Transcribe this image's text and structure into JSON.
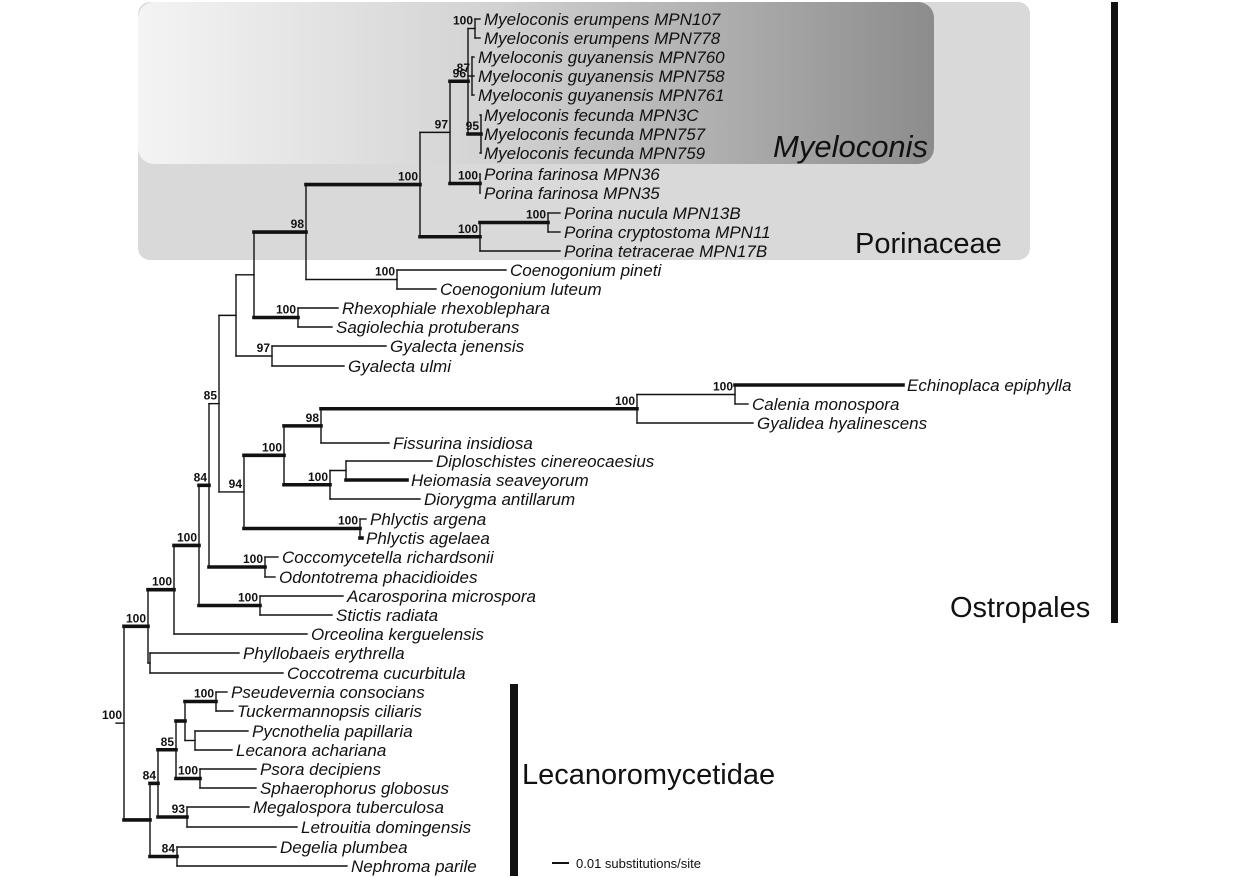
{
  "taxa": [
    "Myeloconis erumpens MPN107",
    "Myeloconis erumpens MPN778",
    "Myeloconis guyanensis MPN760",
    "Myeloconis guyanensis MPN758",
    "Myeloconis guyanensis MPN761",
    "Myeloconis fecunda MPN3C",
    "Myeloconis fecunda MPN757",
    "Myeloconis fecunda MPN759",
    "Porina farinosa MPN36",
    "Porina farinosa MPN35",
    "Porina nucula MPN13B",
    "Porina cryptostoma MPN11",
    "Porina tetracerae MPN17B",
    "Coenogonium pineti",
    "Coenogonium luteum",
    "Rhexophiale rhexoblephara",
    "Sagiolechia protuberans",
    "Gyalecta jenensis",
    "Gyalecta ulmi",
    "Echinoplaca epiphylla",
    "Calenia monospora",
    "Gyalidea hyalinescens",
    "Fissurina insidiosa",
    "Diploschistes cinereocaesius",
    "Heiomasia seaveyorum",
    "Diorygma antillarum",
    "Phlyctis argena",
    "Phlyctis agelaea",
    "Coccomycetella richardsonii",
    "Odontotrema phacidioides",
    "Acarosporina microspora",
    "Stictis radiata",
    "Orceolina kerguelensis",
    "Phyllobaeis erythrella",
    "Coccotrema cucurbitula",
    "Pseudevernia consocians",
    "Tuckermannopsis ciliaris",
    "Pycnothelia papillaria",
    "Lecanora achariana",
    "Psora decipiens",
    "Sphaerophorus globosus",
    "Megalospora tuberculosa",
    "Letrouitia domingensis",
    "Degelia plumbea",
    "Nephroma parile"
  ],
  "supports": {
    "myeloconis_erumpens": "100",
    "myeloconis_guyanensis": "87",
    "myeloconis_fecunda": "95",
    "myeloconis": "96",
    "myeloconis_porina_farinosa": "97",
    "porina_farinosa": "100",
    "porina_nucula_cryptostoma": "100",
    "porina_other": "100",
    "porinaceae": "100",
    "porinaceae_coenogonium": "98",
    "coenogonium": "100",
    "rhexophiale_sagiolechia": "100",
    "gyalecta": "97",
    "ostropales_core": "85",
    "echinoplaca_calenia": "100",
    "echinoplaca_gyalidea": "100",
    "fissurina_clade": "98",
    "graphidaceae": "100",
    "diploschistes_clade": "100",
    "phlyctis": "100",
    "graphid_phlyctis": "94",
    "with_coccomycetella": "84",
    "coccomycetella_odontotrema": "100",
    "with_acarosporina": "100",
    "acarosporina_stictis": "100",
    "with_orceolina": "100",
    "ostropales_all": "100",
    "pseudevernia_tuckermannopsis": "100",
    "lecanora_clade": "85",
    "psora_sphaerophorus": "100",
    "megalospora_letrouitia": "93",
    "lecanoromycetidae_core": "84",
    "degelia_nephroma": "84",
    "root": "100"
  },
  "groups": {
    "myeloconis": "Myeloconis",
    "porinaceae": "Porinaceae",
    "ostropales": "Ostropales",
    "lecanoromycetidae": "Lecanoromycetidae"
  },
  "scale": {
    "label": "0.01 substitutions/site"
  }
}
